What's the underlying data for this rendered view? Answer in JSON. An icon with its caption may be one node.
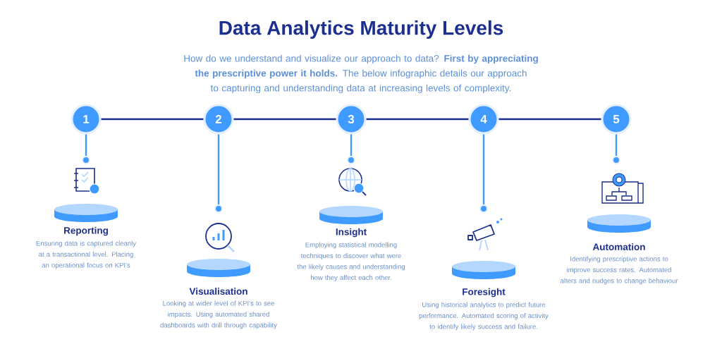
{
  "diagram": {
    "title": "Data Analytics Maturity Levels",
    "nodes": [
      {
        "text": [
          "1"
        ]
      },
      {
        "text": [
          "2"
        ]
      },
      {
        "text": [
          "3"
        ]
      },
      {
        "text": [
          "4"
        ]
      },
      {
        "text": [
          "5"
        ]
      },
      {
        "text": [],
        "shape": "circle"
      },
      {
        "text": [],
        "shape": "circle"
      },
      {
        "text": [],
        "shape": "circle"
      },
      {
        "text": [],
        "shape": "circle"
      },
      {
        "text": [],
        "shape": "circle"
      },
      {
        "text": [
          "Reporting",
          "Ensuring data is captured cleanly at a transactional level. Placing an operational focus on KPI’s"
        ]
      },
      {
        "text": [
          "Visualisation",
          "Looking at wider level of KPI’s to see impacts. Using automated shared dashboards with drill through capability"
        ]
      },
      {
        "text": [
          "Insight",
          "Employing statistical modelling techniques to discover what were the likely causes and understanding how they affect each other."
        ]
      },
      {
        "text": [
          "Foresight",
          "Using historical analytics to predict future performance. Automated scoring of activity to identify likely success and failure."
        ]
      },
      {
        "text": [
          "Automation",
          "Identifying prescriptive actions to improve success rates. Automated alters and nudges to change behaviour"
        ]
      }
    ],
    "edges": [
      {
        "from": 0,
        "to": 1,
        "arrow": "none",
        "color": "#1c2f8f"
      },
      {
        "from": 1,
        "to": 2,
        "arrow": "none",
        "color": "#1c2f8f"
      },
      {
        "from": 2,
        "to": 3,
        "arrow": "none",
        "color": "#1c2f8f"
      },
      {
        "from": 3,
        "to": 4,
        "arrow": "none",
        "color": "#1c2f8f"
      },
      {
        "from": 0,
        "to": 5,
        "arrow": "none"
      },
      {
        "from": 1,
        "to": 6,
        "arrow": "none"
      },
      {
        "from": 2,
        "to": 7,
        "arrow": "none"
      },
      {
        "from": 3,
        "to": 8,
        "arrow": "none"
      },
      {
        "from": 4,
        "to": 9,
        "arrow": "none"
      }
    ],
    "labels": [
      "How do we understand and visualize our approach to data? **First by appreciating the prescriptive power it holds.** The below infographic details our approach to capturing and understanding data at increasing levels of complexity."
    ]
  }
}
